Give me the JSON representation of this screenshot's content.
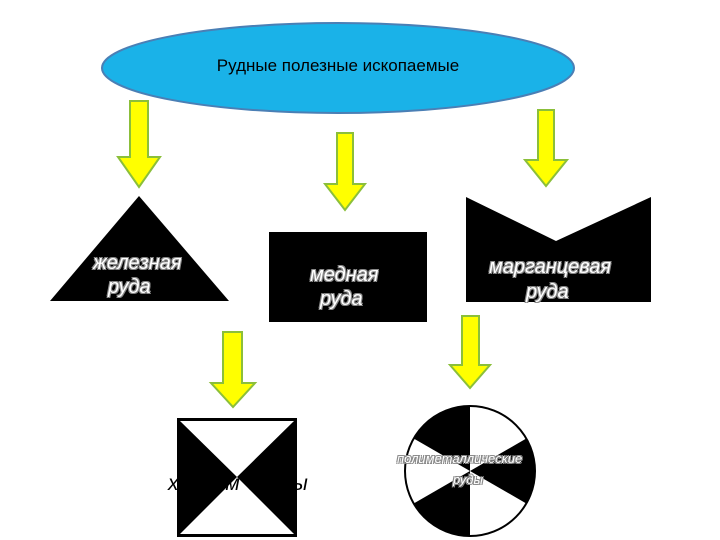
{
  "root": {
    "label": "Рудные полезные ископаемые"
  },
  "nodes": {
    "iron": {
      "label_line1": "железная",
      "label_line2": "руда"
    },
    "copper": {
      "label_line1": "медная",
      "label_line2": "руда"
    },
    "manganese": {
      "label_line1": "марганцевая",
      "label_line2": "руда"
    },
    "chromite": {
      "label": "х р о м и т ы"
    },
    "polymetallic": {
      "label_line1": "полиметаллические",
      "label_line2": "руды"
    }
  },
  "colors": {
    "ellipse_fill": "#1ab2e8",
    "ellipse_stroke": "#4a7fb5",
    "arrow_fill": "#ffff00",
    "arrow_stroke": "#8bbf3a",
    "shape_fill": "#000000"
  }
}
